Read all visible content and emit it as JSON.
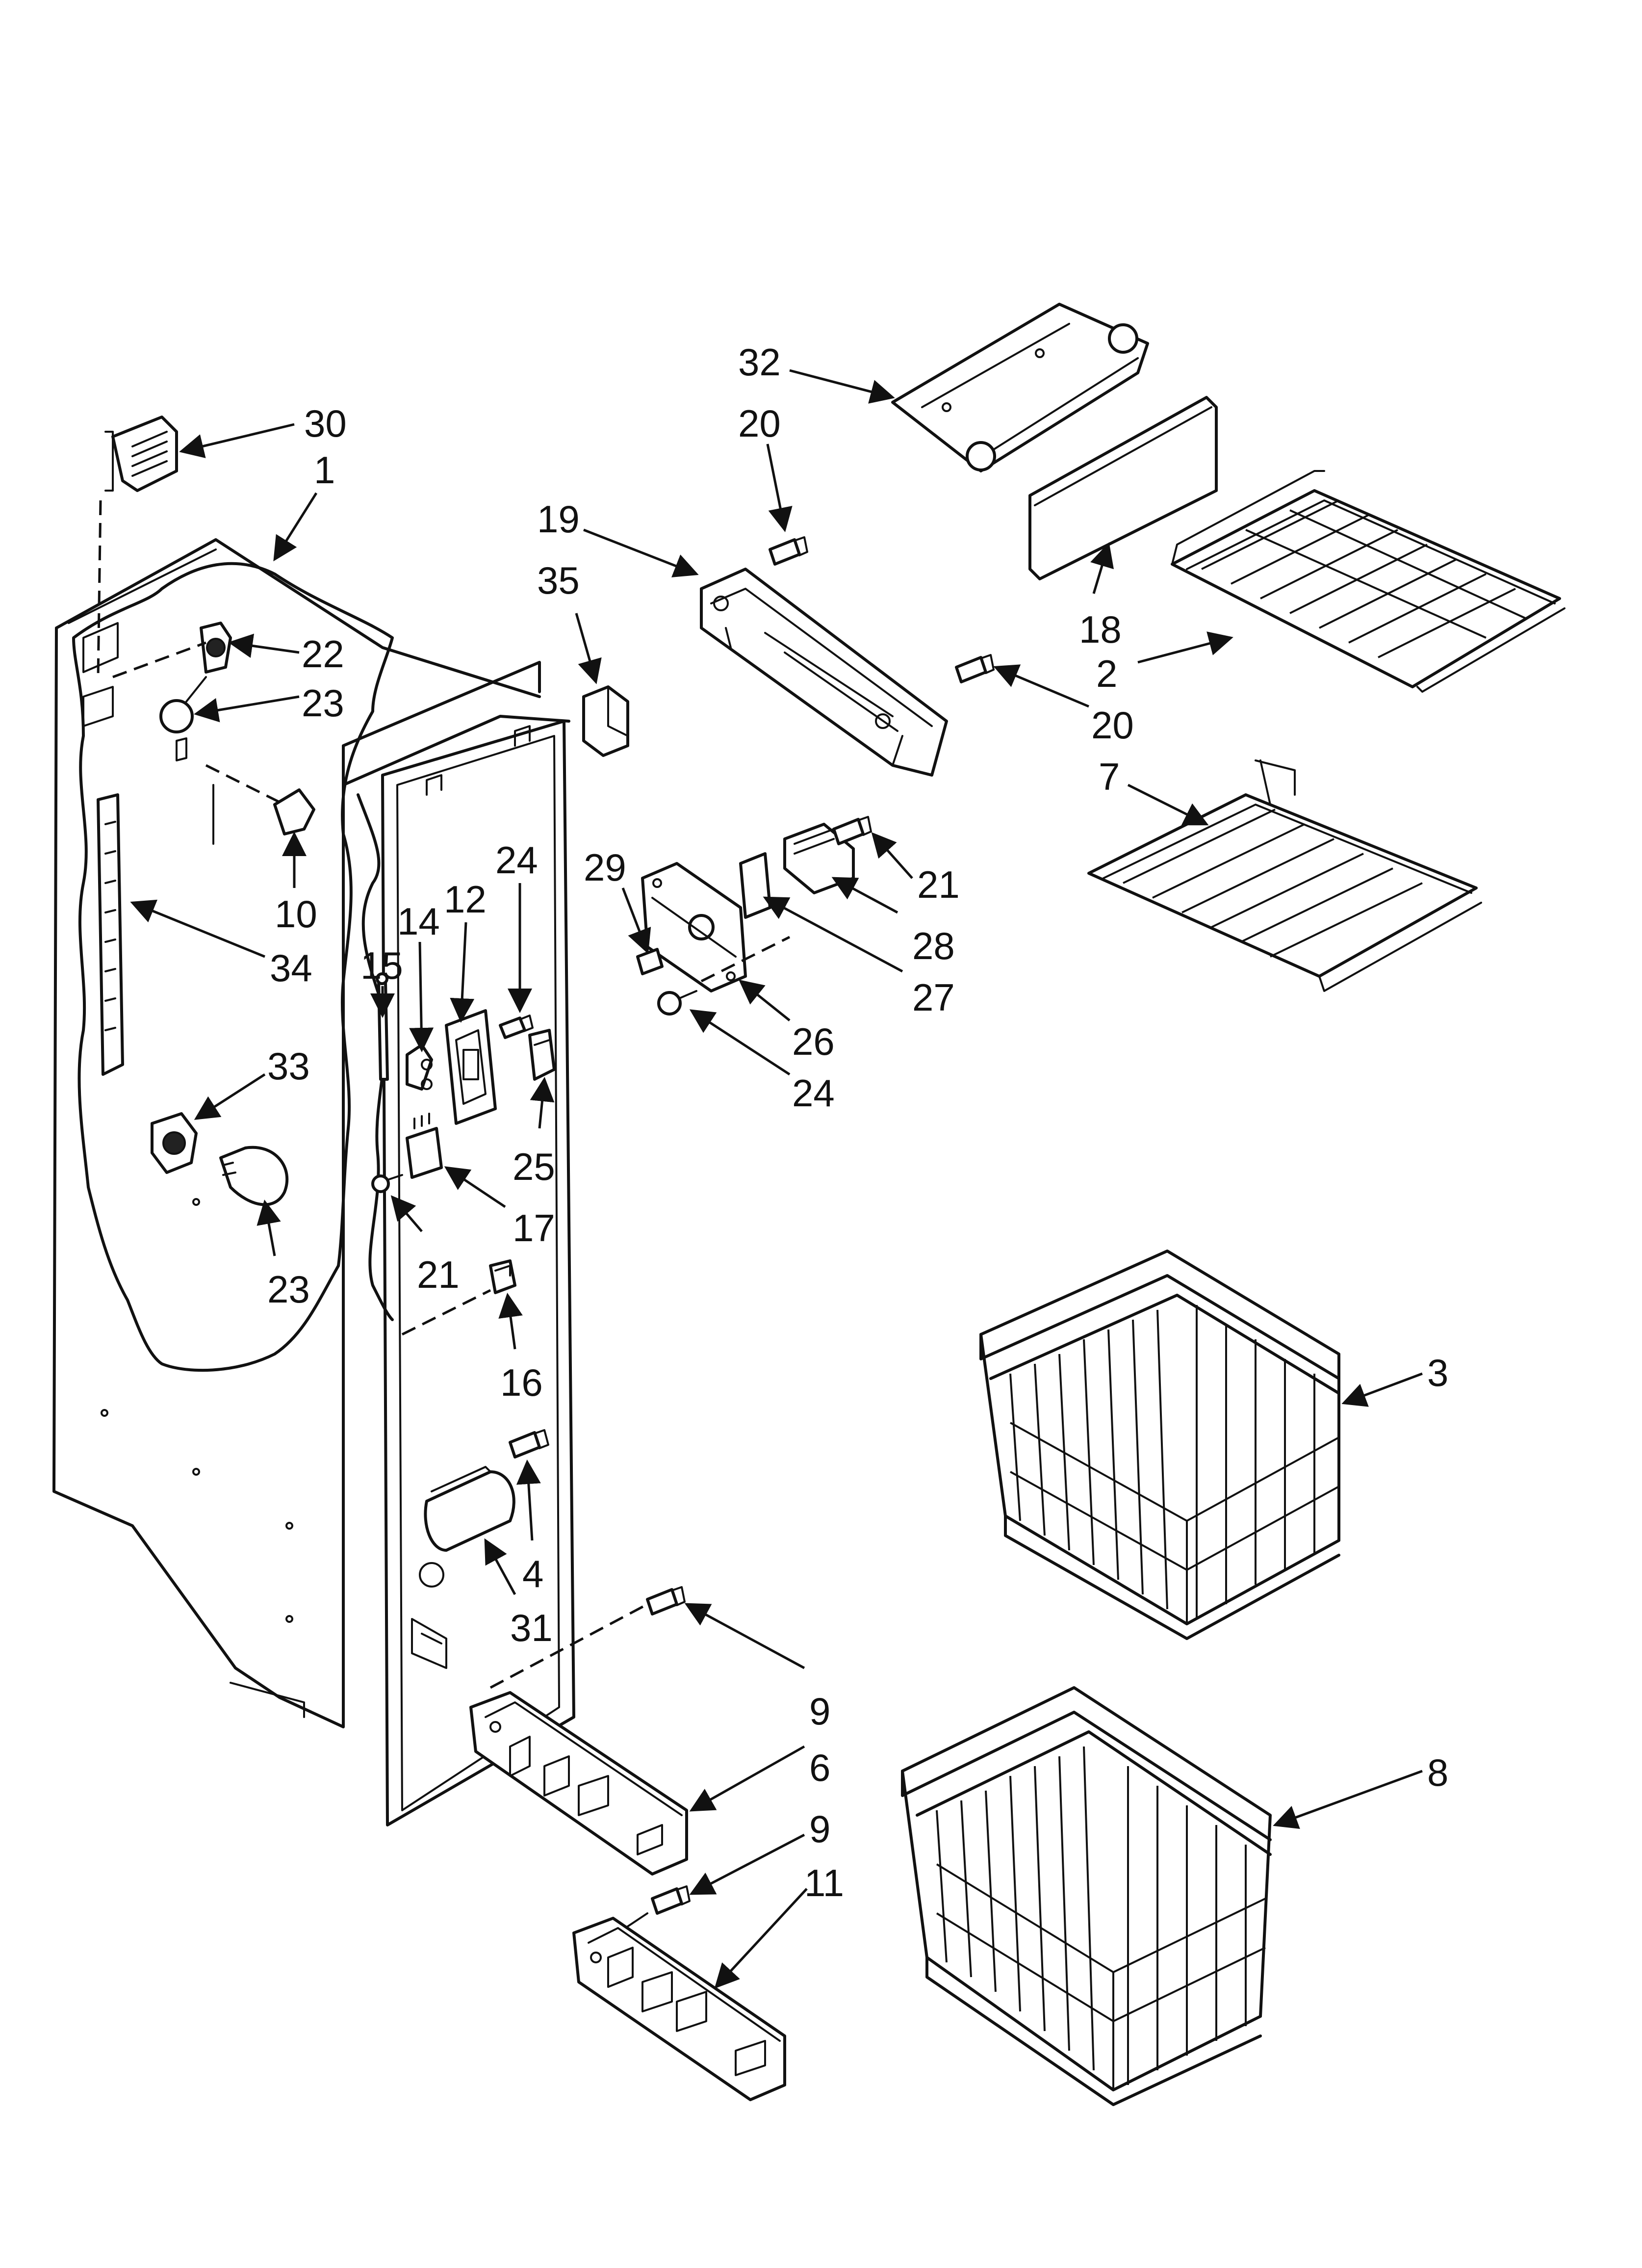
{
  "diagram": {
    "callouts": [
      {
        "id": "c30",
        "label": "30"
      },
      {
        "id": "c1",
        "label": "1"
      },
      {
        "id": "c22",
        "label": "22"
      },
      {
        "id": "c23a",
        "label": "23"
      },
      {
        "id": "c10",
        "label": "10"
      },
      {
        "id": "c34",
        "label": "34"
      },
      {
        "id": "c33",
        "label": "33"
      },
      {
        "id": "c23b",
        "label": "23"
      },
      {
        "id": "c15",
        "label": "15"
      },
      {
        "id": "c14",
        "label": "14"
      },
      {
        "id": "c12",
        "label": "12"
      },
      {
        "id": "c24a",
        "label": "24"
      },
      {
        "id": "c25",
        "label": "25"
      },
      {
        "id": "c17",
        "label": "17"
      },
      {
        "id": "c21a",
        "label": "21"
      },
      {
        "id": "c16",
        "label": "16"
      },
      {
        "id": "c4",
        "label": "4"
      },
      {
        "id": "c31",
        "label": "31"
      },
      {
        "id": "c32",
        "label": "32"
      },
      {
        "id": "c20a",
        "label": "20"
      },
      {
        "id": "c19",
        "label": "19"
      },
      {
        "id": "c35",
        "label": "35"
      },
      {
        "id": "c20b",
        "label": "20"
      },
      {
        "id": "c18",
        "label": "18"
      },
      {
        "id": "c2",
        "label": "2"
      },
      {
        "id": "c7",
        "label": "7"
      },
      {
        "id": "c29",
        "label": "29"
      },
      {
        "id": "c21b",
        "label": "21"
      },
      {
        "id": "c28",
        "label": "28"
      },
      {
        "id": "c27",
        "label": "27"
      },
      {
        "id": "c26",
        "label": "26"
      },
      {
        "id": "c24b",
        "label": "24"
      },
      {
        "id": "c3",
        "label": "3"
      },
      {
        "id": "c9a",
        "label": "9"
      },
      {
        "id": "c6",
        "label": "6"
      },
      {
        "id": "c9b",
        "label": "9"
      },
      {
        "id": "c11",
        "label": "11"
      },
      {
        "id": "c8",
        "label": "8"
      }
    ]
  }
}
